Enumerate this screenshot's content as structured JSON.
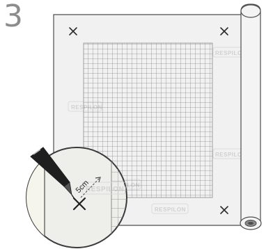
{
  "step_number": "3",
  "watermark_text": "RESPILON",
  "measurement_label": "5cm",
  "colors": {
    "sheet_fill": "#f1f1f1",
    "outline": "#4d4d4d",
    "mesh": "#8a8a8a",
    "mark": "#2b2b2b",
    "magnifier_bg": "#eeeeea"
  },
  "icons": {
    "corner_marks": "x-mark-icon",
    "pen": "pen-icon",
    "roll": "roll-icon"
  }
}
